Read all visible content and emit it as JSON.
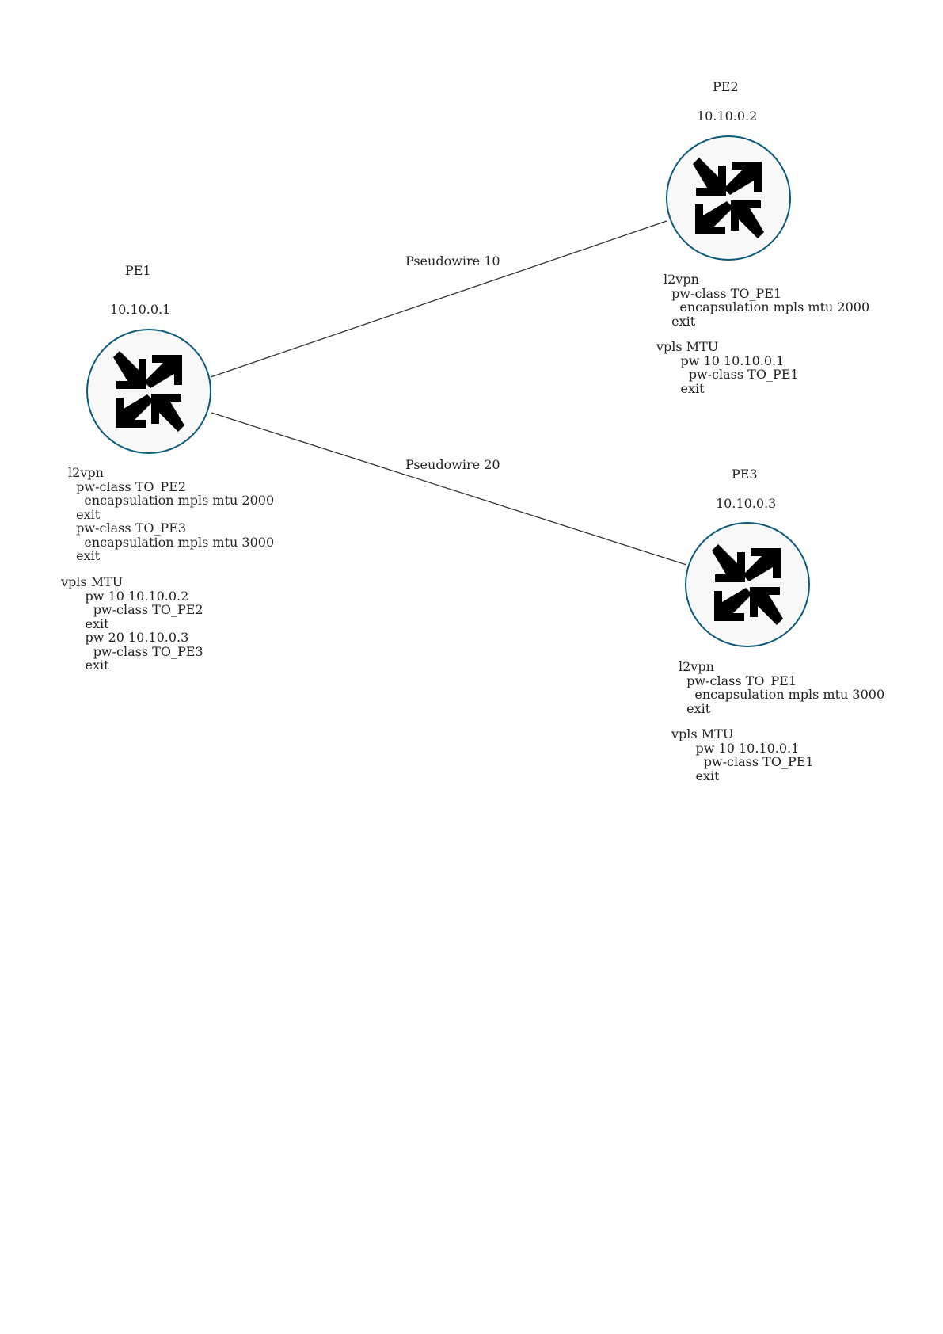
{
  "nodes": [
    {
      "name": "PE1",
      "ip": "10.10.0.1",
      "icon": "router-icon",
      "l2vpn_config": "l2vpn\n  pw-class TO_PE2\n    encapsulation mpls mtu 2000\n  exit\n  pw-class TO_PE3\n    encapsulation mpls mtu 3000\n  exit",
      "vpls_config": "vpls MTU\n      pw 10 10.10.0.2\n        pw-class TO_PE2\n      exit\n      pw 20 10.10.0.3\n        pw-class TO_PE3\n      exit"
    },
    {
      "name": "PE2",
      "ip": "10.10.0.2",
      "icon": "router-icon",
      "l2vpn_config": "l2vpn\n  pw-class TO_PE1\n    encapsulation mpls mtu 2000\n  exit",
      "vpls_config": "vpls MTU\n      pw 10 10.10.0.1\n        pw-class TO_PE1\n      exit"
    },
    {
      "name": "PE3",
      "ip": "10.10.0.3",
      "icon": "router-icon",
      "l2vpn_config": "l2vpn\n  pw-class TO_PE1\n    encapsulation mpls mtu 3000\n  exit",
      "vpls_config": "vpls MTU\n      pw 10 10.10.0.1\n        pw-class TO_PE1\n      exit"
    }
  ],
  "links": [
    {
      "label": "Pseudowire 10",
      "from": "PE1",
      "to": "PE2"
    },
    {
      "label": "Pseudowire 20",
      "from": "PE1",
      "to": "PE3"
    }
  ],
  "colors": {
    "router": "#0b5a7a",
    "router_fill": "#f8f8f8",
    "link": "#333333"
  }
}
